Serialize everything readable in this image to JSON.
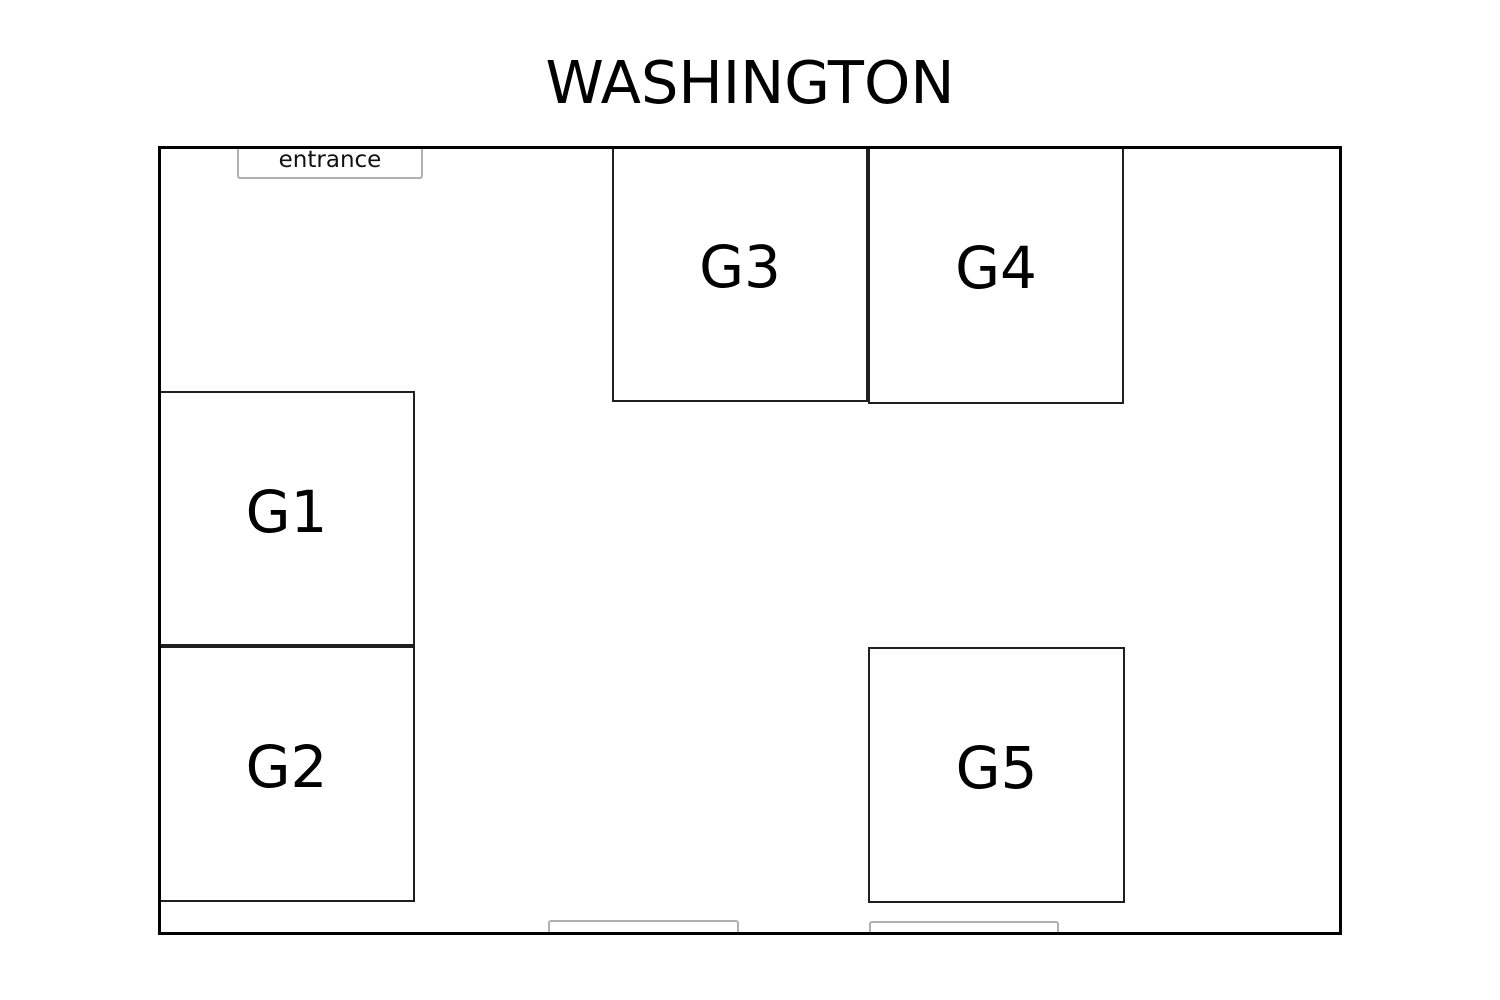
{
  "title": "WASHINGTON",
  "entrance": {
    "label": "entrance"
  },
  "rooms": [
    {
      "id": "G1",
      "label": "G1"
    },
    {
      "id": "G2",
      "label": "G2"
    },
    {
      "id": "G3",
      "label": "G3"
    },
    {
      "id": "G4",
      "label": "G4"
    },
    {
      "id": "G5",
      "label": "G5"
    }
  ],
  "door_markers": [
    {
      "position": "bottom-left"
    },
    {
      "position": "bottom-right"
    }
  ],
  "colors": {
    "background": "#ffffff",
    "boundary_line": "#000000",
    "room_border": "#1f1f1f",
    "marker_border": "#b0b0b0",
    "text": "#000000"
  }
}
